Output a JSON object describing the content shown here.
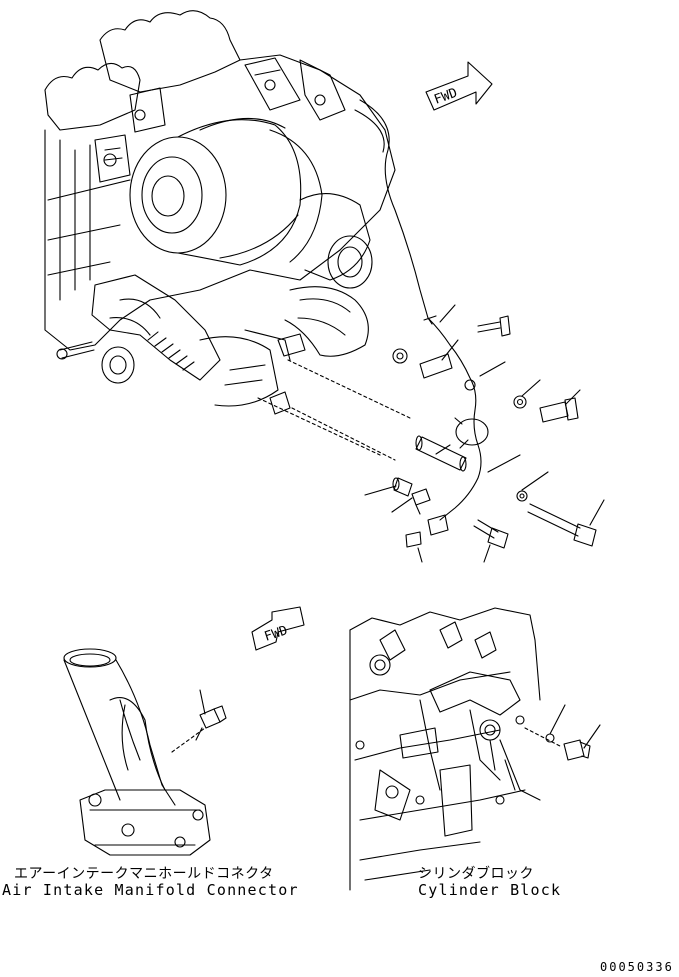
{
  "fwd_marks": [
    "FWD",
    "FWD"
  ],
  "captions": {
    "intake_jp": "エアーインテークマニホールドコネクタ",
    "intake_en": "Air Intake Manifold Connector",
    "block_jp": "シリンダブロック",
    "block_en": "Cylinder Block"
  },
  "figure_number": "00050336"
}
